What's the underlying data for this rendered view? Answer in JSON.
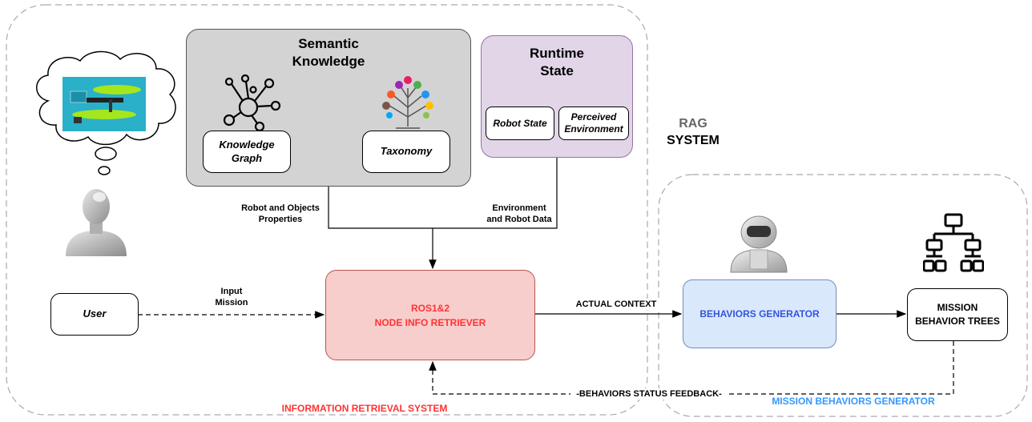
{
  "semantic_knowledge": {
    "title_line1": "Semantic",
    "title_line2": "Knowledge",
    "knowledge_graph_line1": "Knowledge",
    "knowledge_graph_line2": "Graph",
    "taxonomy": "Taxonomy"
  },
  "runtime_state": {
    "title_line1": "Runtime",
    "title_line2": "State",
    "robot_state": "Robot State",
    "perceived_line1": "Perceived",
    "perceived_line2": "Environment"
  },
  "rag_system": {
    "line1": "RAG",
    "line2": "SYSTEM"
  },
  "labels": {
    "robot_props_line1": "Robot and Objects",
    "robot_props_line2": "Properties",
    "env_data_line1": "Environment",
    "env_data_line2": "and Robot Data",
    "input_mission_line1": "Input",
    "input_mission_line2": "Mission",
    "actual_context": "ACTUAL CONTEXT",
    "status_feedback": "-BEHAVIORS STATUS FEEDBACK-"
  },
  "user_box": "User",
  "ros_node": {
    "line1": "ROS1&2",
    "line2": "NODE INFO RETRIEVER"
  },
  "behaviors_generator": "BEHAVIORS GENERATOR",
  "mission_bt": {
    "line1": "MISSION",
    "line2": "BEHAVIOR TREES"
  },
  "group_labels": {
    "info_retrieval": "INFORMATION RETRIEVAL SYSTEM",
    "mission_generator": "MISSION BEHAVIORS GENERATOR"
  },
  "colors": {
    "info_retrieval_label": "#ff3333",
    "mission_generator_label": "#3399ff",
    "ros_fill": "#f8cecc",
    "behaviors_fill": "#dae8fc",
    "runtime_fill": "#e1d5e7",
    "semantic_fill": "#d3d3d3"
  },
  "icons": [
    "thought-cloud-icon",
    "underwater-robot-image",
    "user-bust-icon",
    "graph-network-icon",
    "taxonomy-tree-icon",
    "robot-icon",
    "behavior-tree-icon"
  ]
}
